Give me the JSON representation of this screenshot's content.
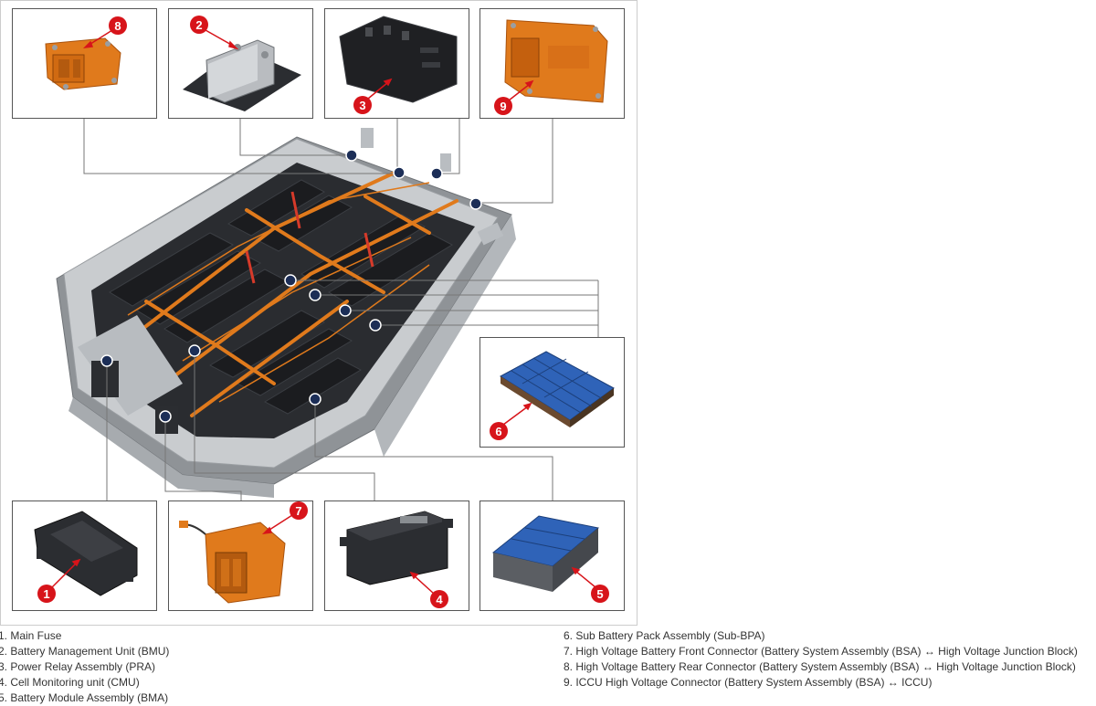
{
  "figure": {
    "callout_labels": [
      "1",
      "2",
      "3",
      "4",
      "5",
      "6",
      "7",
      "8",
      "9"
    ]
  },
  "legend": {
    "left": [
      "1. Main Fuse",
      "2. Battery Management Unit (BMU)",
      "3. Power Relay Assembly (PRA)",
      "4. Cell Monitoring unit (CMU)",
      "5. Battery Module Assembly (BMA)"
    ],
    "right": [
      "6. Sub Battery Pack Assembly (Sub-BPA)",
      "7. High Voltage Battery Front Connector (Battery System Assembly (BSA) ↔ High Voltage Junction Block)",
      "8. High Voltage Battery Rear Connector (Battery System Assembly (BSA) ↔ High Voltage Junction Block)",
      "9. ICCU High Voltage Connector (Battery System Assembly (BSA) ↔ ICCU)"
    ]
  },
  "colors": {
    "callout_red": "#d7141a",
    "pointer_navy": "#1c2e57",
    "connector_orange": "#e07a1c",
    "module_blue": "#2f63b8",
    "frame_border": "#cccccc",
    "leader_line": "#777777"
  }
}
